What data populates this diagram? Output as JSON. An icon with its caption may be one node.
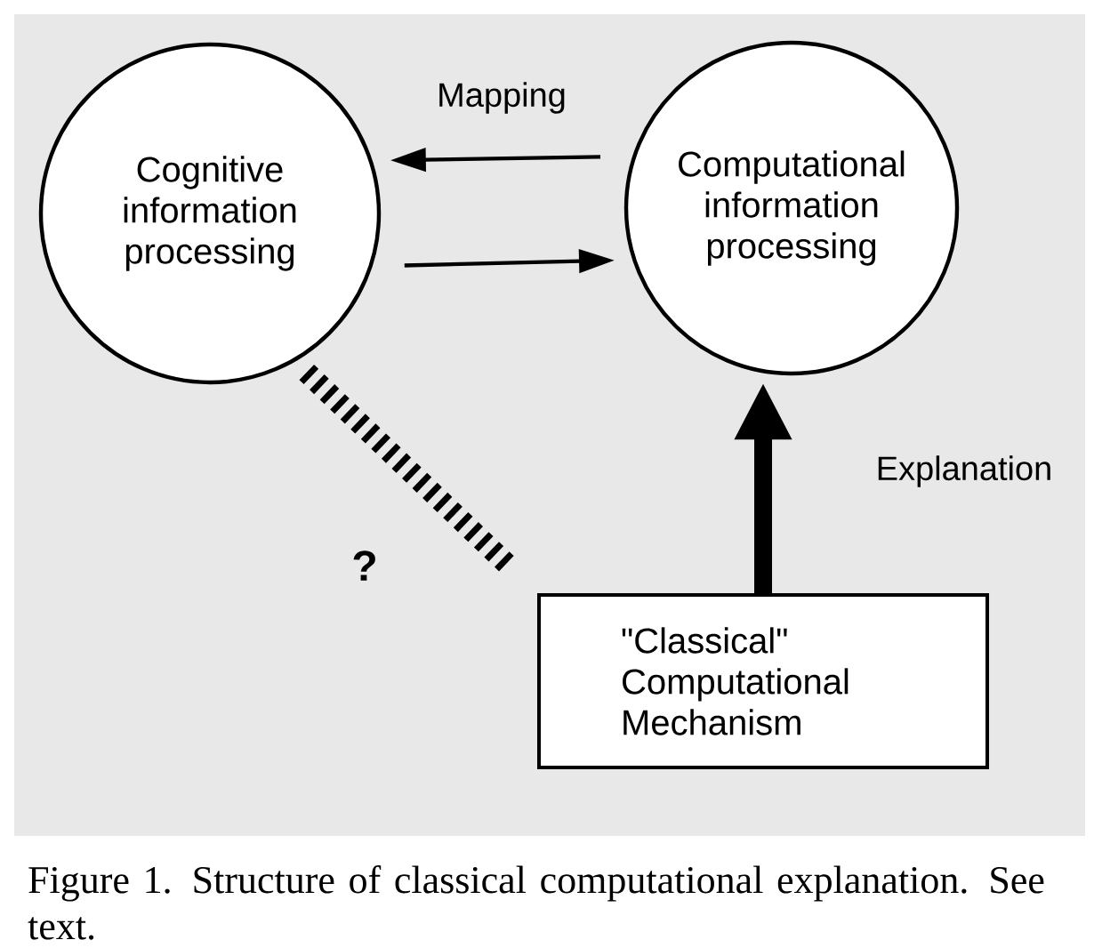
{
  "diagram": {
    "caption": "Figure 1. Structure of classical computational explanation. See text.",
    "nodes": [
      {
        "text": [
          "Cognitive information processing"
        ]
      },
      {
        "text": [
          "Computational information processing"
        ]
      },
      {
        "text": [
          "\"Classical\" Computational Mechanism"
        ]
      }
    ],
    "edges": [
      {
        "from": 1,
        "to": 0,
        "arrow": "to",
        "label": "Mapping"
      },
      {
        "from": 0,
        "to": 1,
        "arrow": "to"
      },
      {
        "from": 2,
        "to": 1,
        "arrow": "to",
        "style": "thick",
        "label": "Explanation"
      },
      {
        "from": 2,
        "to": 0,
        "arrow": "none",
        "style": "dashed",
        "label": "?"
      }
    ]
  }
}
